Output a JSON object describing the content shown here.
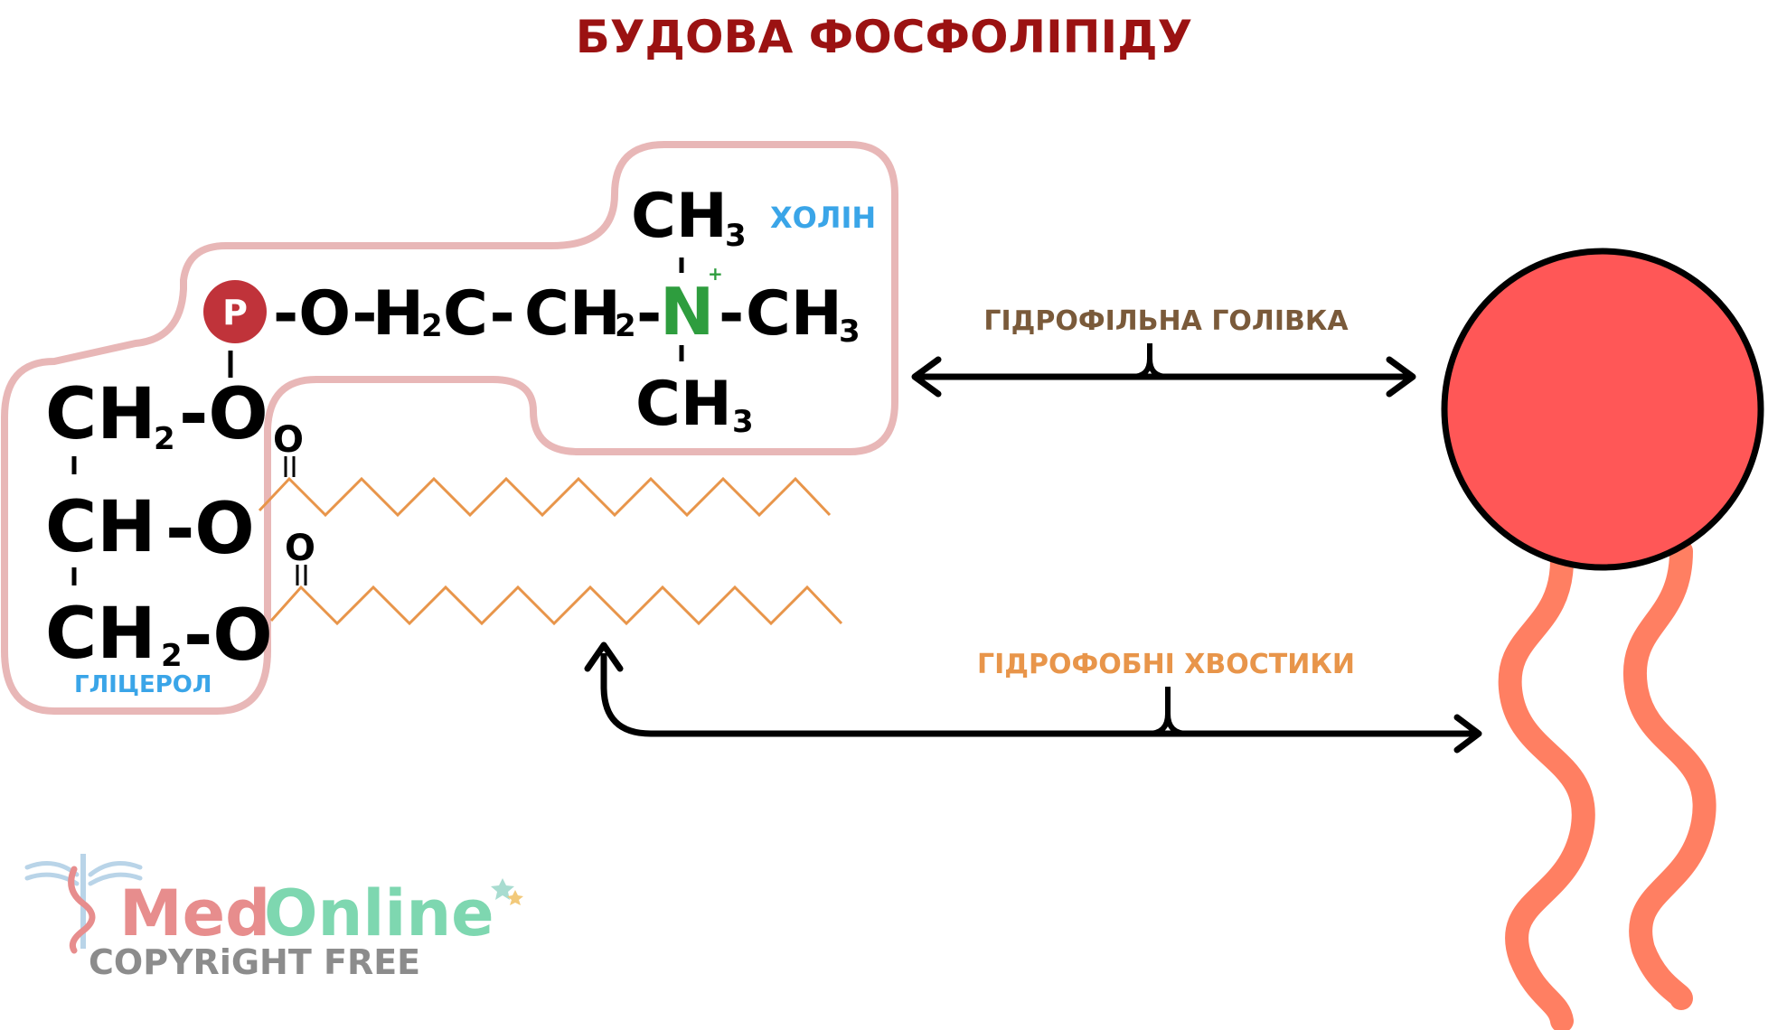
{
  "title": "БУДОВА ФОСФОЛІПІДУ",
  "colors": {
    "title": "#9b1212",
    "outline": "#e8b7b7",
    "phosphate": "#c0333a",
    "nitrogen": "#2e9d3e",
    "label_blue": "#3aa5e8",
    "head_label": "#7a5a3a",
    "tail_label": "#e8954a",
    "tail_chain": "#e8954a",
    "head_fill": "#ff5757",
    "tail_fill": "#ff7f62",
    "logo_med": "#e78d8d",
    "logo_online": "#7ed7b0",
    "logo_copy": "#8c8c8c"
  },
  "formula": {
    "phosphate": "P",
    "chain_o": "-O-",
    "chain_h": "H",
    "chain_h_sub": "2",
    "chain_c": "C-",
    "ch2_ch": "CH",
    "ch2_sub": "2",
    "ch2_dash": "-",
    "nitrogen": "N",
    "charge": "+",
    "ch3_ch": "CH",
    "ch3_sub": "3",
    "ch3_right_dash": "-",
    "glycerol_top_ch": "CH",
    "glycerol_top_sub": "2",
    "glycerol_top_o": "-O",
    "glycerol_mid": "CH",
    "glycerol_mid_o": "-O",
    "glycerol_bot_ch": "CH",
    "glycerol_bot_sub": "2",
    "glycerol_bot_o": "-O",
    "carbonyl_o": "O"
  },
  "labels": {
    "choline": "ХОЛІН",
    "glycerol": "ГЛІЦЕРОЛ",
    "head": "ГІДРОФІЛЬНА ГОЛІВКА",
    "tails": "ГІДРОФОБНІ ХВОСТИКИ"
  },
  "logo": {
    "med": "Med",
    "online": "Online",
    "copyright": "COPYRiGHT FREE"
  }
}
